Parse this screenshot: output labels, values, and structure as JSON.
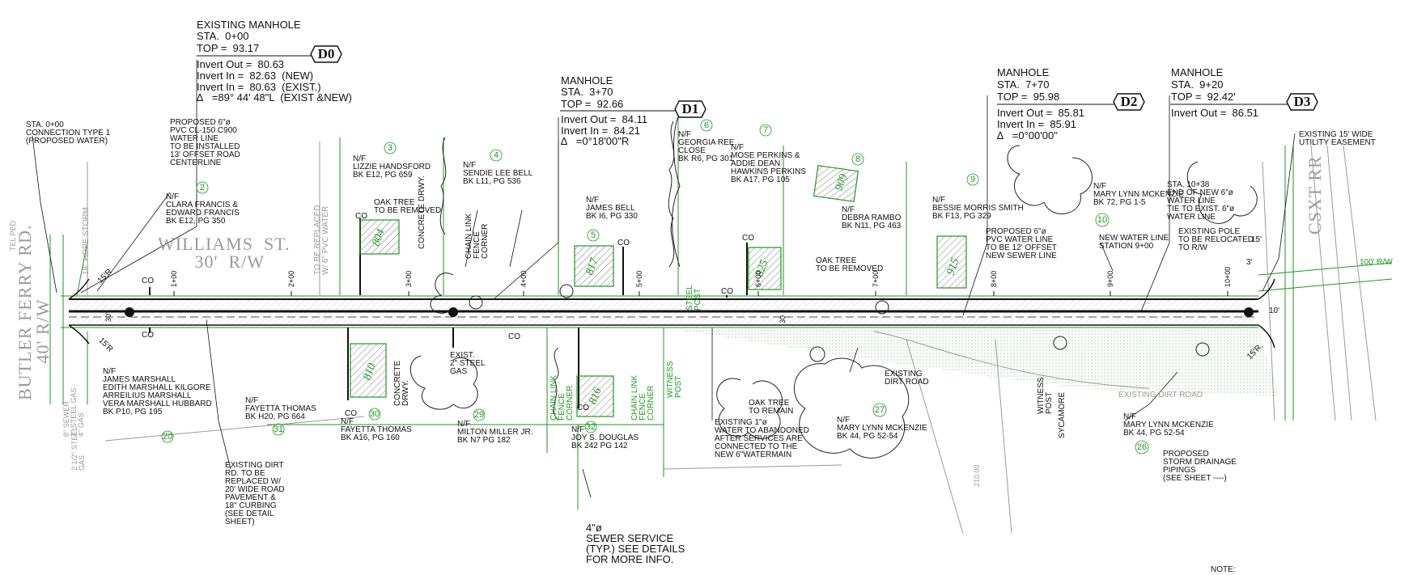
{
  "manholes": [
    {
      "id": "D0",
      "lines": [
        "EXISTING MANHOLE",
        "STA.  0+00",
        "TOP =  93.17"
      ],
      "details": [
        "Invert Out =  80.63",
        "Invert In =  82.63  (NEW)",
        "Invert In =  80.63  (EXIST.)",
        "∆   =89° 44' 48\"L  (EXIST &NEW)"
      ]
    },
    {
      "id": "D1",
      "lines": [
        "MANHOLE",
        "STA.  3+70",
        "TOP =  92.66"
      ],
      "details": [
        "Invert Out =  84.11",
        "Invert In =  84.21",
        "∆   =0°18'00\"R"
      ]
    },
    {
      "id": "D2",
      "lines": [
        "MANHOLE",
        "STA.  7+70",
        "TOP =  95.98"
      ],
      "details": [
        "Invert Out =  85.81",
        "Invert In =  85.91",
        "∆   =0°00'00\""
      ]
    },
    {
      "id": "D3",
      "lines": [
        "MANHOLE",
        "STA.  9+20",
        "TOP =  92.42'"
      ],
      "details": [
        "Invert Out =  86.51"
      ]
    }
  ],
  "notes": {
    "sta_start": "STA. 0+00\nCONNECTION TYPE 1\n(PROPOSED WATER)",
    "proposed_pvc": "PROPOSED 6\"ø\nPVC CL-150 C900\nWATER LINE\nTO BE INSTALLED\n13' OFFSET ROAD\nCENTERLINE",
    "oak_removed_1": "OAK TREE\nTO BE REMOVED",
    "oak_removed_2": "OAK TREE\nTO BE REMOVED",
    "oak_remain": "OAK TREE\nTO REMAIN",
    "chain_link_1": "CHAIN LINK\nFENCE\nCORNER",
    "chain_link_2": "CHAIN LINK\nFENCE\nCORNER",
    "chain_link_3": "CHAIN LINK\nFENCE\nCORNER",
    "concrete_drwy_1": "CONCRETE DRWY.",
    "concrete_drwy_2": "CONCRETE\nDRWY.",
    "steel_post": "STEEL\nPOST",
    "witness_post_1": "WITNESS\nPOST",
    "witness_post_2": "WITNESS\nPOST",
    "sycamore": "SYCAMORE",
    "exist_steel_gas": "EXIST.\n2\" STEEL\nGAS",
    "existing_water": "EXISTING 1\"ø\nWATER TO ABANDONED\nAFTER SERVICES ARE\nCONNECTED TO THE\nNEW 6\"WATERMAIN",
    "existing_dirt_rd": "EXISTING DIRT\nRD. TO BE\nREPLACED W/\n20' WIDE ROAD\nPAVEMENT &\n18\" CURBING\n(SEE DETAIL\nSHEET)",
    "sewer_service": "4\"ø\nSEWER SERVICE\n(TYP.) SEE DETAILS\nFOR MORE INFO.",
    "existing_dirt_road_1": "EXISTING\nDIRT ROAD",
    "existing_dirt_road_2": "EXISTING DIRT ROAD",
    "proposed_pvc_2": "PROPOSED 6\"ø\nPVC WATER LINE\nTO BE 12' OFFSET\nNEW SEWER LINE",
    "new_water_line": "NEW WATER LINE\nSTATION 9+00",
    "sta_1038": "STA. 10+38\nEND OF NEW 6\"ø\nWATER LINE\nTIE TO EXIST. 6\"ø\nWATER LINE",
    "existing_pole": "EXISTING POLE\nTO BE RELOCATED\nTO R/W",
    "utility_easement": "EXISTING 15' WIDE\nUTILITY EASEMENT",
    "storm_drainage": "PROPOSED\nSTORM DRAINAGE\nPIPINGS\n(SEE SHEET ----)",
    "note": "NOTE:",
    "to_be_replaced": "TO BE REPLACED\nW/ 6\" PVC WATER",
    "hdpe_storm": "18\" HDPE STORM",
    "tel_ped": "TEL PED",
    "sewer_gas": "8\" SEWER\n2\" STEEL GAS\n4\" GAS",
    "gas_small": "2 1/2\" STEEL\nGAS",
    "elev_210": "210.00"
  },
  "streets": {
    "williams": "WILLIAMS  ST.\n       30'  R/W",
    "butler": "BUTLER FERRY RD.\n       40' R/W",
    "csxt": "CSXT RR",
    "row_100": "100' R/W"
  },
  "owners": [
    {
      "id": "clara",
      "text": "N/F\nCLARA FRANCIS &\nEDWARD FRANCIS\nBK E12, PG 350"
    },
    {
      "id": "lizzie",
      "text": "N/F\nLIZZIE HANDSFORD\nBK E12, PG 659"
    },
    {
      "id": "sendie",
      "text": "N/F\nSENDIE LEE BELL\nBK L11, PG 536"
    },
    {
      "id": "james_bell",
      "text": "N/F\nJAMES BELL\nBK I6, PG 330"
    },
    {
      "id": "georgia",
      "text": "N/F\nGEORGIA REE\nCLOSE\nBK R6, PG 301"
    },
    {
      "id": "mose",
      "text": "N/F\nMOSE PERKINS &\nADDIE DEAN\nHAWKINS PERKINS\nBK A17, PG 105"
    },
    {
      "id": "debra",
      "text": "N/F\nDEBRA RAMBO\nBK N11, PG 463"
    },
    {
      "id": "bessie",
      "text": "N/F\nBESSIE MORRIS SMITH\nBK F13, PG 329"
    },
    {
      "id": "mary_top",
      "text": "N/F\nMARY LYNN MCKENZIE\nBK 72, PG 1-5"
    },
    {
      "id": "james_marshall",
      "text": "N/F\nJAMES MARSHALL\nEDITH MARSHALL KILGORE\nARREILIUS MARSHALL\nVERA MARSHALL HUBBARD\nBK P10, PG 195"
    },
    {
      "id": "fayetta_1",
      "text": "N/F\nFAYETTA THOMAS\nBK H20, PG 664"
    },
    {
      "id": "fayetta_2",
      "text": "N/F\nFAYETTA THOMAS\nBK A16, PG 160"
    },
    {
      "id": "milton",
      "text": "N/F\nMILTON MILLER JR.\nBK N7 PG 182"
    },
    {
      "id": "joy",
      "text": "N/F\nJOY S. DOUGLAS\nBK 242 PG 142"
    },
    {
      "id": "mary_mid",
      "text": "N/F\nMARY LYNN MCKENZIE\nBK 44, PG 52-54"
    },
    {
      "id": "mary_right",
      "text": "N/F\nMARY LYNN MCKENZIE\nBK 44, PG 52-54"
    }
  ],
  "parcels": [
    "2",
    "3",
    "4",
    "5",
    "6",
    "7",
    "8",
    "9",
    "10",
    "20",
    "26",
    "27",
    "29",
    "30",
    "31",
    "32"
  ],
  "houses": [
    "804",
    "817",
    "825",
    "909",
    "915",
    "810",
    "816"
  ],
  "stations": [
    "1+00",
    "2+00",
    "3+00",
    "4+00",
    "5+00",
    "6+00",
    "7+00",
    "8+00",
    "9+00",
    "10+00"
  ],
  "misc": {
    "co": "CO",
    "r15": "15'R",
    "r15b": "15'R.",
    "n30": "30'",
    "n3": "3'",
    "n10": "10'",
    "n15": "15'",
    "n30b": "30"
  },
  "colors": {
    "line": "#111111",
    "green": "#1c9a1c",
    "gray": "#9a9a9a",
    "hatch": "#2a9a2a"
  }
}
